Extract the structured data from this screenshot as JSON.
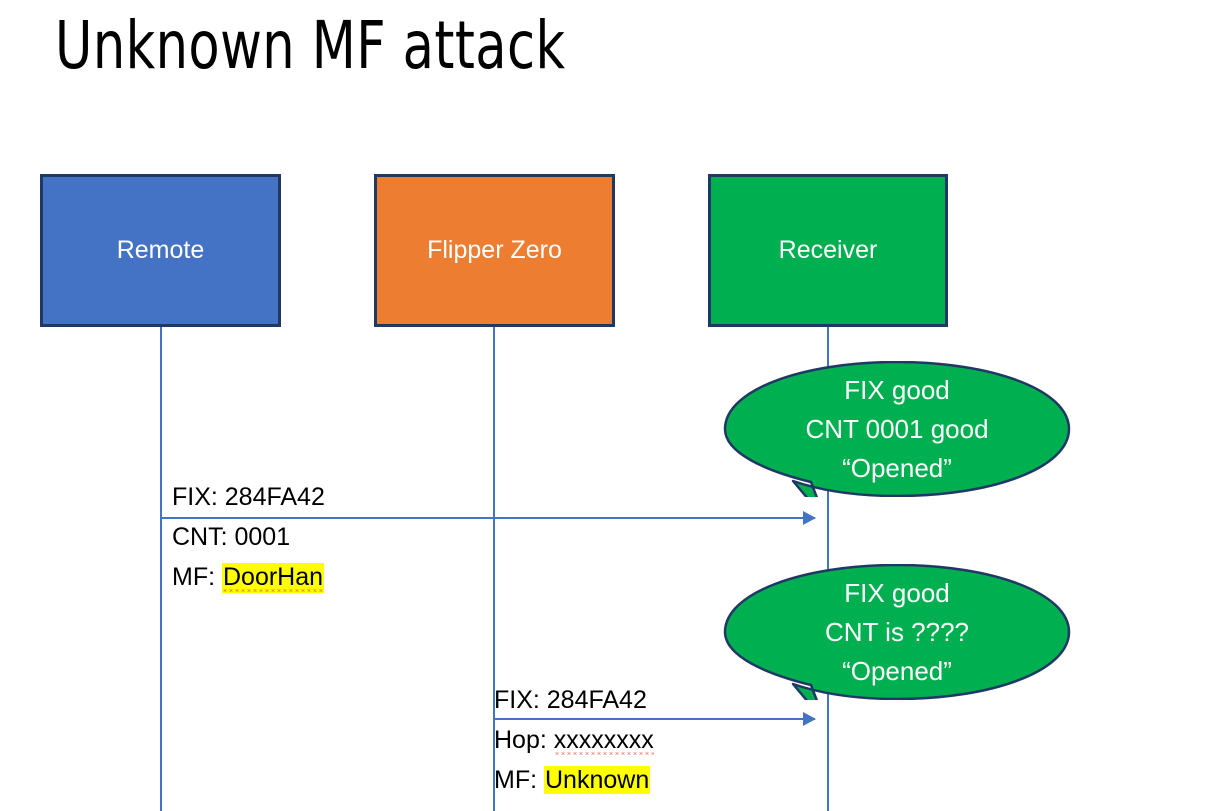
{
  "slide": {
    "title": "Unknown MF attack"
  },
  "actors": [
    {
      "id": "remote",
      "label": "Remote",
      "color": "#4472C4"
    },
    {
      "id": "flipper",
      "label": "Flipper Zero",
      "color": "#ED7D31"
    },
    {
      "id": "receiver",
      "label": "Receiver",
      "color": "#00B050"
    }
  ],
  "border_color": "#1F3864",
  "line_color": "#4472C4",
  "highlight_color": "#FFFF00",
  "spellcheck_underline_color": "#E53935",
  "messages": [
    {
      "id": "msg1",
      "from": "remote",
      "to": "receiver",
      "lines": {
        "fix": "FIX: 284FA42",
        "cnt": "CNT: 0001",
        "mf_label": "MF: ",
        "mf_value": "DoorHan"
      }
    },
    {
      "id": "msg2",
      "from": "flipper",
      "to": "receiver",
      "lines": {
        "fix": "FIX: 284FA42",
        "hop_label": "Hop: ",
        "hop_value": "xxxxxxxx",
        "mf_label": "MF: ",
        "mf_value": "Unknown"
      }
    }
  ],
  "bubbles": [
    {
      "id": "bubble1",
      "line1": "FIX good",
      "line2": "CNT 0001 good",
      "line3": "“Opened”"
    },
    {
      "id": "bubble2",
      "line1": "FIX good",
      "line2": "CNT is ????",
      "line3": "“Opened”"
    }
  ]
}
